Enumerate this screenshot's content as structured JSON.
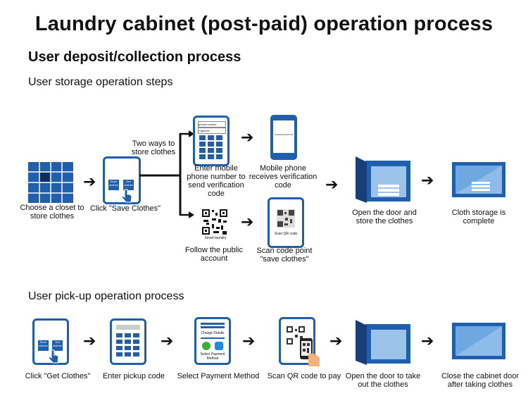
{
  "title": "Laundry cabinet (post-paid) operation process",
  "section_title": "User deposit/collection process",
  "storage": {
    "heading": "User storage operation steps",
    "branch_note": "Two ways to store clothes",
    "steps": {
      "choose_closet": "Choose a closet to store clothes",
      "click_save": "Click \"Save Clothes\"",
      "enter_phone": "Enter mobile phone number to send verification code",
      "receive_code": "Mobile phone receives verification code",
      "follow_account": "Follow the public account",
      "scan_save": "Scan code point \"save clothes\"",
      "open_store": "Open the door and store the clothes",
      "complete": "Cloth storage is complete"
    },
    "screen_text": {
      "store_btn": "Store clothes",
      "get_btn": "Get clothes",
      "phone_number": "phone number",
      "captcha": "Captcha",
      "sms": "Smartphone/CN 23",
      "smart_laundry": "Smart laundry",
      "scan_qr": "Scan QR code"
    }
  },
  "pickup": {
    "heading": "User pick-up operation process",
    "steps": {
      "click_get": "Click \"Get Clothes\"",
      "enter_code": "Enter pickup code",
      "select_payment": "Select Payment Method",
      "scan_pay": "Scan QR code to pay",
      "open_take": "Open the door to take out the clothes",
      "close_door": "Close the cabinet door after taking clothes"
    },
    "screen_text": {
      "charge_details": "Charge Details",
      "select_payment": "Select Payment Method"
    }
  },
  "colors": {
    "blue": "#1f5fae",
    "dark_blue": "#143f7a",
    "light_blue": "#6fa7e0"
  },
  "arrow_glyph": "➔"
}
